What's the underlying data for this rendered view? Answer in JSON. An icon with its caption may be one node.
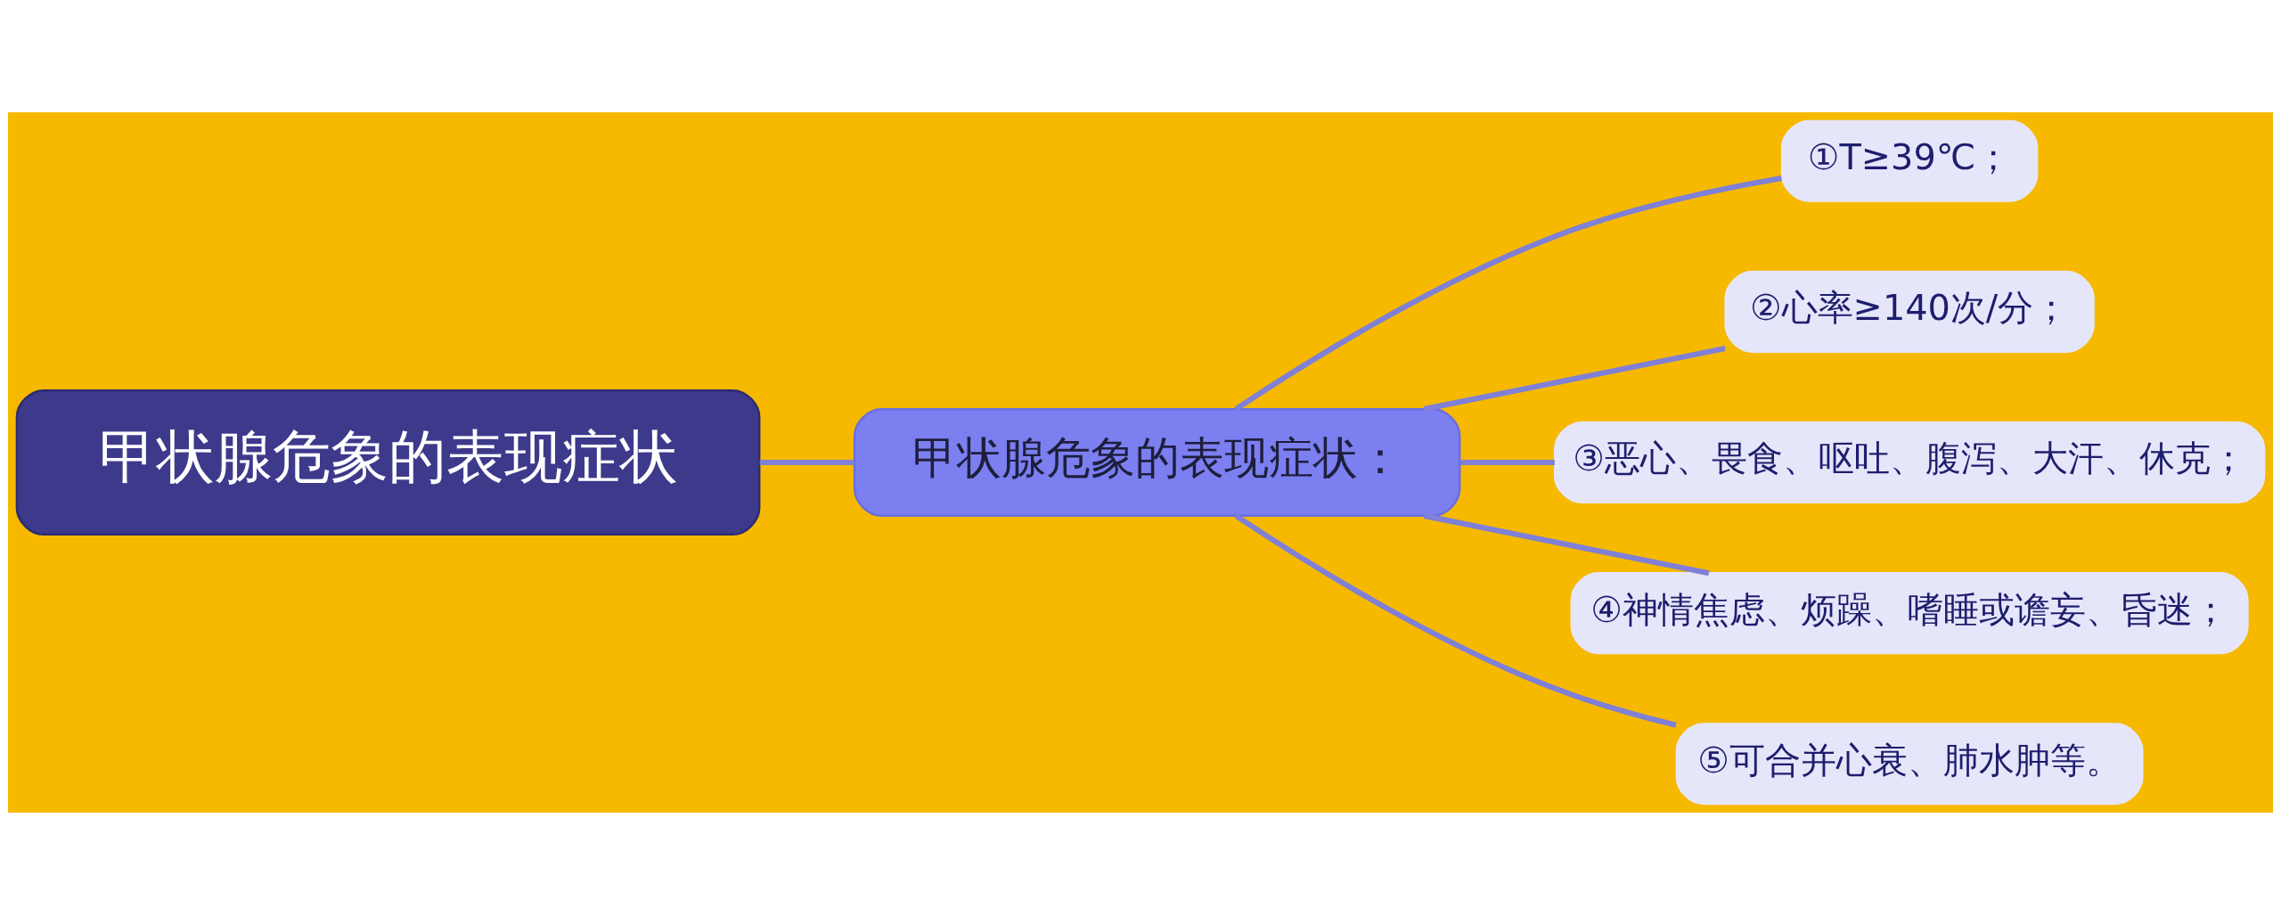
{
  "diagram": {
    "nodes": [
      {
        "text": [
          "甲状腺危象的表现症状"
        ]
      },
      {
        "text": [
          "甲状腺危象的表现症状："
        ]
      },
      {
        "text": [
          "①T≥39℃；"
        ]
      },
      {
        "text": [
          "②心率≥140次/分；"
        ]
      },
      {
        "text": [
          "③恶心、畏食、呕吐、腹泻、大汗、休克；"
        ]
      },
      {
        "text": [
          "④神情焦虑、烦躁、嗜睡或谵妄、昏迷；"
        ]
      },
      {
        "text": [
          "⑤可合并心衰、肺水肿等。"
        ]
      }
    ],
    "edges": [
      {
        "from": 0,
        "to": 1,
        "arrow": "none"
      },
      {
        "from": 1,
        "to": 2,
        "arrow": "none"
      },
      {
        "from": 1,
        "to": 3,
        "arrow": "none"
      },
      {
        "from": 1,
        "to": 4,
        "arrow": "none"
      },
      {
        "from": 1,
        "to": 5,
        "arrow": "none"
      },
      {
        "from": 1,
        "to": 6,
        "arrow": "none"
      }
    ]
  }
}
